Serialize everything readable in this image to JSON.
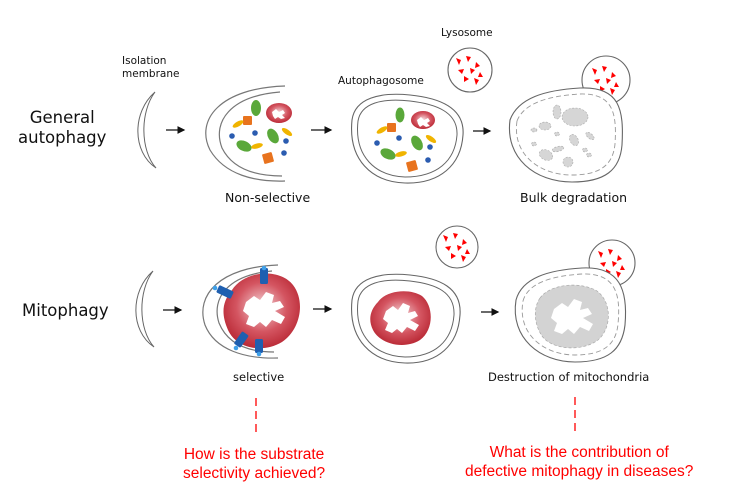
{
  "rows": {
    "general": {
      "title_line1": "General",
      "title_line2": "autophagy",
      "isolation_label_line1": "Isolation",
      "isolation_label_line2": "membrane",
      "autophagosome_label": "Autophagosome",
      "lysosome_label": "Lysosome",
      "stage2_caption": "Non-selective",
      "stage4_caption": "Bulk degradation"
    },
    "mitophagy": {
      "title": "Mitophagy",
      "stage2_caption": "selective",
      "stage4_caption": "Destruction of mitochondria"
    }
  },
  "questions": {
    "selectivity_line1": "How is the substrate",
    "selectivity_line2": "selectivity achieved?",
    "disease_line1": "What is the contribution of",
    "disease_line2": "defective mitophagy in diseases?"
  },
  "colors": {
    "question": "#ff0000",
    "mitochondrion": "#c8303c",
    "receptor": "#1f5fb0",
    "lysosome_enzyme": "#ff0000",
    "vesicle_green": "#5aa83a",
    "vesicle_orange": "#e8731e",
    "vesicle_yellow": "#f0b400",
    "vesicle_blue": "#2b5cb0",
    "degraded": "#cfcfcf"
  }
}
